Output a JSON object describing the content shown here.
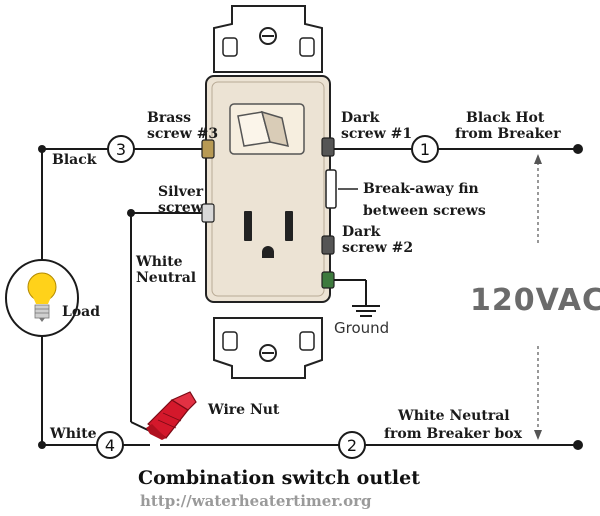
{
  "terminals": [
    {
      "id": "t1",
      "num": "1"
    },
    {
      "id": "t2",
      "num": "2"
    },
    {
      "id": "t3",
      "num": "3"
    },
    {
      "id": "t4",
      "num": "4"
    }
  ],
  "labels": {
    "brass_line1": "Brass",
    "brass_line2": "screw #3",
    "dark1_line1": "Dark",
    "dark1_line2": "screw #1",
    "black_hot_line1": "Black Hot",
    "black_hot_line2": "from Breaker",
    "black": "Black",
    "silver_line1": "Silver",
    "silver_line2": "screw",
    "breakaway_line1": "Break-away fin",
    "breakaway_line2": "between screws",
    "dark2_line1": "Dark",
    "dark2_line2": "screw #2",
    "white_neutral_line1": "White",
    "white_neutral_line2": "Neutral",
    "voltage": "120VAC",
    "load": "Load",
    "ground": "Ground",
    "wire_nut": "Wire Nut",
    "white": "White",
    "white_neutral_breaker_line1": "White Neutral",
    "white_neutral_breaker_line2": "from Breaker box"
  },
  "title": "Combination switch outlet",
  "url": "http://waterheatertimer.org",
  "colors": {
    "device_body": "#ece3d4",
    "strap": "#ffffff",
    "wire": "#1a1a1a",
    "wire_nut": "#d4182b",
    "bulb": "#ffd21a"
  }
}
